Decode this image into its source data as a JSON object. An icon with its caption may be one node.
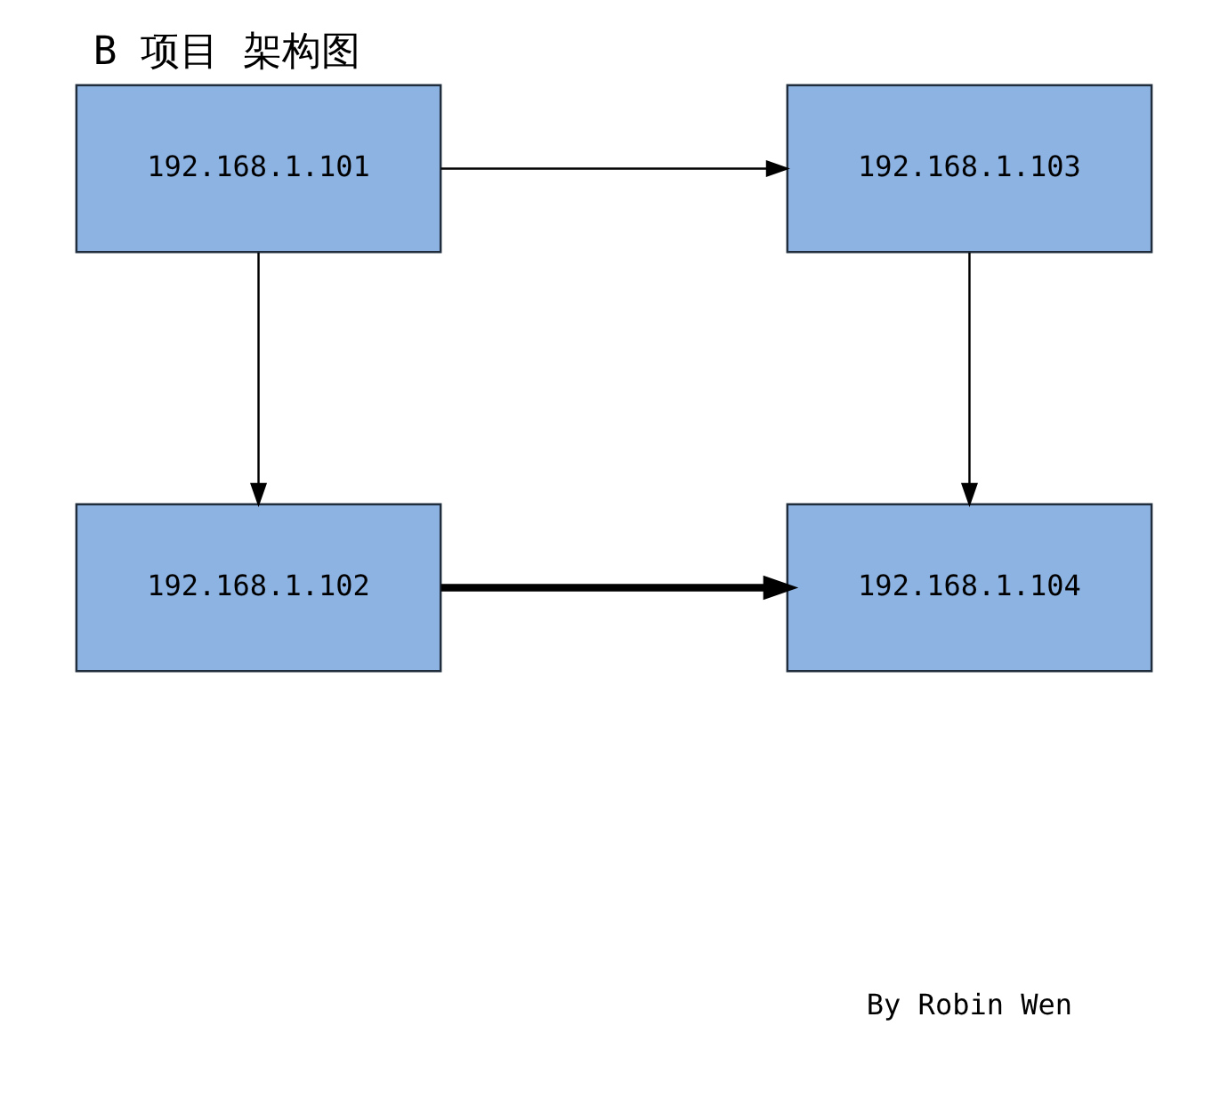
{
  "diagram": {
    "title": "B 项目 架构图",
    "caption": "By Robin Wen",
    "nodes": [
      {
        "text": [
          "192.168.1.101"
        ]
      },
      {
        "text": [
          "192.168.1.103"
        ]
      },
      {
        "text": [
          "192.168.1.102"
        ]
      },
      {
        "text": [
          "192.168.1.104"
        ]
      }
    ],
    "edges": [
      {
        "from": 0,
        "to": 1,
        "arrow": "to"
      },
      {
        "from": 0,
        "to": 2,
        "arrow": "to"
      },
      {
        "from": 1,
        "to": 3,
        "arrow": "to"
      },
      {
        "from": 2,
        "to": 3,
        "arrow": "to",
        "style": "thick"
      }
    ]
  }
}
